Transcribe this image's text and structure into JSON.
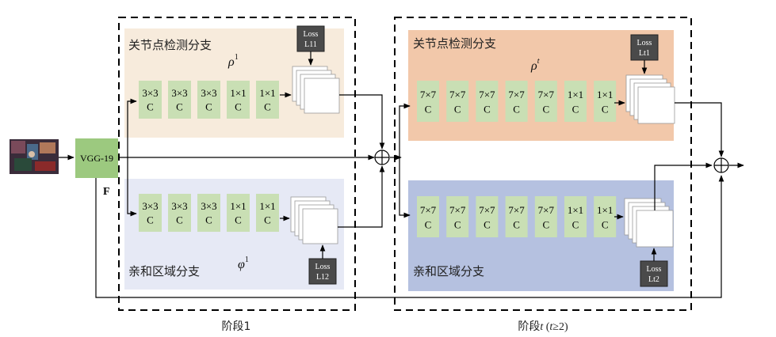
{
  "backbone": {
    "label": "VGG-19",
    "feature_label": "F"
  },
  "stage1": {
    "caption": "阶段1",
    "top_branch": {
      "title": "关节点检测分支",
      "symbol_base": "ρ",
      "symbol_sup": "1",
      "convs": [
        {
          "line1": "3×3",
          "line2": "C"
        },
        {
          "line1": "3×3",
          "line2": "C"
        },
        {
          "line1": "3×3",
          "line2": "C"
        },
        {
          "line1": "1×1",
          "line2": "C"
        },
        {
          "line1": "1×1",
          "line2": "C"
        }
      ],
      "loss": {
        "line1": "Loss",
        "line2": "L11"
      }
    },
    "bottom_branch": {
      "title": "亲和区域分支",
      "symbol_base": "φ",
      "symbol_sup": "1",
      "convs": [
        {
          "line1": "3×3",
          "line2": "C"
        },
        {
          "line1": "3×3",
          "line2": "C"
        },
        {
          "line1": "3×3",
          "line2": "C"
        },
        {
          "line1": "1×1",
          "line2": "C"
        },
        {
          "line1": "1×1",
          "line2": "C"
        }
      ],
      "loss": {
        "line1": "Loss",
        "line2": "L12"
      }
    }
  },
  "stageT": {
    "caption_prefix": "阶段",
    "caption_italic": "t",
    "caption_suffix": " (",
    "caption_cond_italic": "t",
    "caption_cond": "≥2)",
    "top_branch": {
      "title": "关节点检测分支",
      "symbol_base": "ρ",
      "symbol_sup": "t",
      "convs": [
        {
          "line1": "7×7",
          "line2": "C"
        },
        {
          "line1": "7×7",
          "line2": "C"
        },
        {
          "line1": "7×7",
          "line2": "C"
        },
        {
          "line1": "7×7",
          "line2": "C"
        },
        {
          "line1": "7×7",
          "line2": "C"
        },
        {
          "line1": "1×1",
          "line2": "C"
        },
        {
          "line1": "1×1",
          "line2": "C"
        }
      ],
      "loss": {
        "line1": "Loss",
        "line2": "Lt1"
      }
    },
    "bottom_branch": {
      "title": "亲和区域分支",
      "convs": [
        {
          "line1": "7×7",
          "line2": "C"
        },
        {
          "line1": "7×7",
          "line2": "C"
        },
        {
          "line1": "7×7",
          "line2": "C"
        },
        {
          "line1": "7×7",
          "line2": "C"
        },
        {
          "line1": "7×7",
          "line2": "C"
        },
        {
          "line1": "1×1",
          "line2": "C"
        },
        {
          "line1": "1×1",
          "line2": "C"
        }
      ],
      "loss": {
        "line1": "Loss",
        "line2": "Lt2"
      }
    }
  },
  "colors": {
    "conv_fill": "#c9dfb4",
    "backbone_fill": "#9cc97f",
    "stage1_top_bg": "#f7ebdc",
    "stage1_bottom_bg": "#e6e9f5",
    "stageT_top_bg": "#f2c8aa",
    "stageT_bottom_bg": "#b5c1e0",
    "loss_fill": "#4a4a4a",
    "line": "#000000"
  }
}
